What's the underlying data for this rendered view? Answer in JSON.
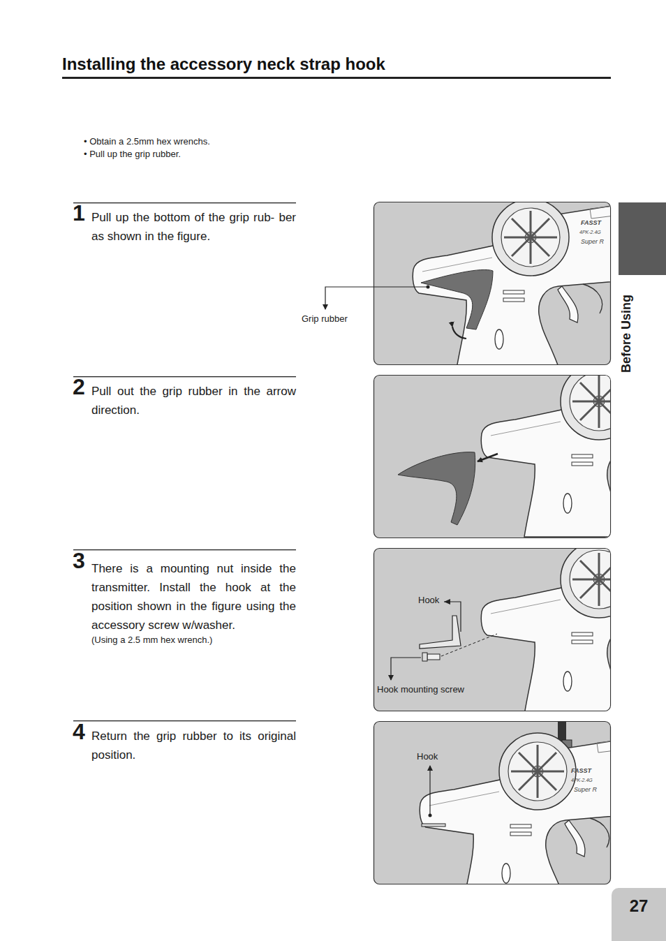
{
  "diagram": {
    "title": "Installing the accessory neck strap hook",
    "nodes": [
      {
        "text": [
          "Before Using"
        ]
      },
      {
        "text": [
          "27"
        ]
      }
    ],
    "labels": [
      "• Obtain a 2.5mm hex wrenchs.",
      "• Pull up the grip rubber.",
      "1",
      "Pull up the bottom of the grip rub- ber as shown in the figure.",
      "2",
      "Pull out the grip rubber in the arrow direction.",
      "3",
      "There is a mounting nut inside the transmitter. Install the hook at the position shown in the figure using the accessory screw w/washer.",
      "(Using a 2.5 mm hex wrench.)",
      "4",
      "Return the grip rubber to its original position.",
      "Grip rubber",
      "Hook",
      "Hook mounting screw",
      "Hook",
      "FASST",
      "4PK-2.4G",
      "Super R",
      "FASST",
      "4PK-2.4G",
      "Super R"
    ]
  }
}
